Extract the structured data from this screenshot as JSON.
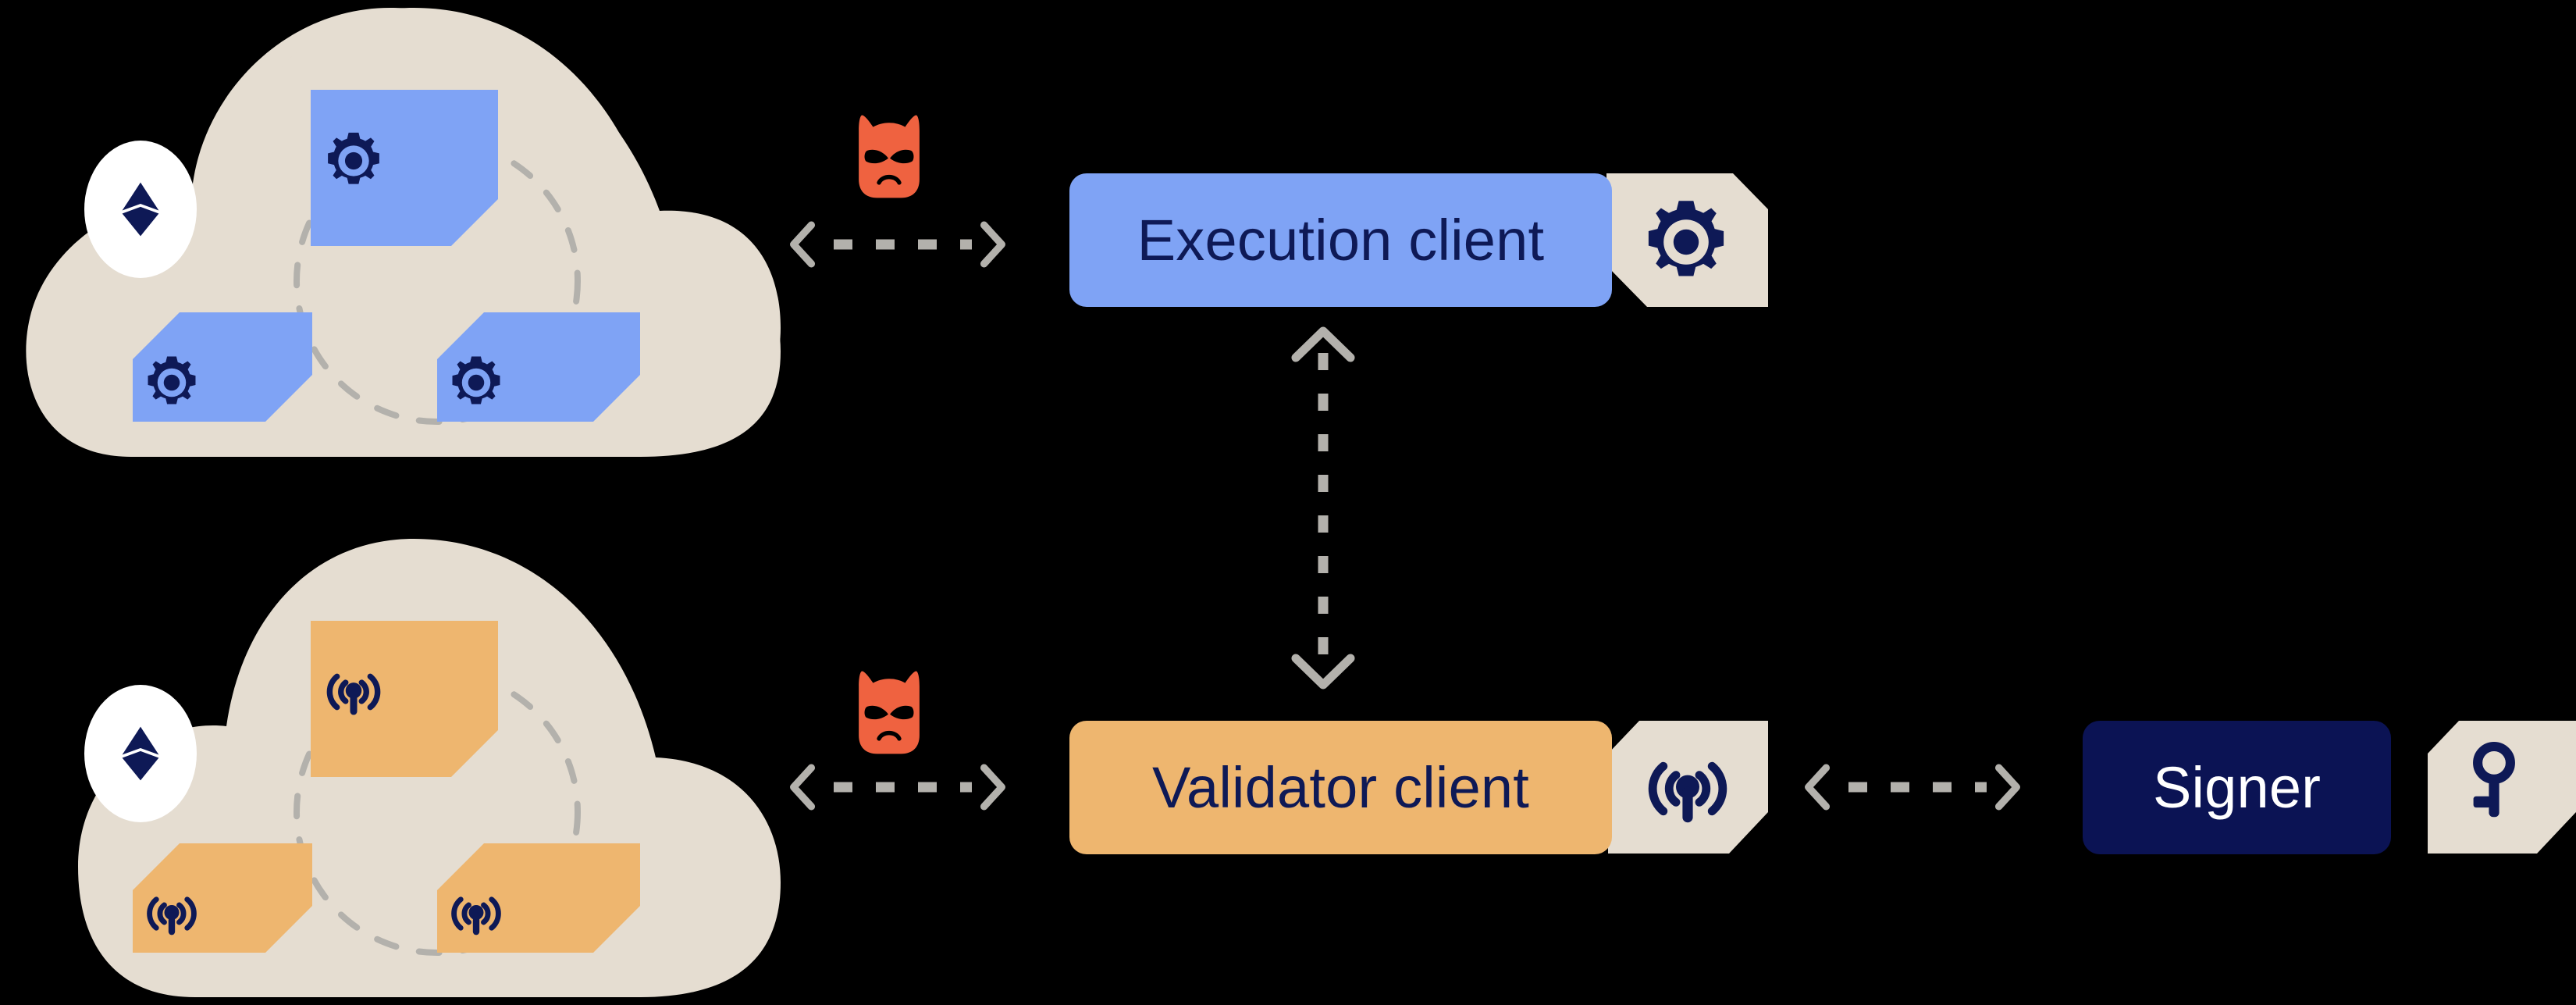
{
  "diagram": {
    "title": "Ethereum node attack-surface diagram",
    "background_color": "#000000",
    "palette": {
      "cloud": "#E5DDD1",
      "badge": "#E5DDD1",
      "execution_blue": "#7FA3F5",
      "validator_orange": "#EEB66F",
      "signer_navy": "#0B1354",
      "icon_navy": "#0E1956",
      "attacker_red": "#EF6240",
      "dashed_gray": "#B3B1AC",
      "logo_white": "#FFFFFF"
    }
  },
  "boxes": {
    "execution_client": {
      "label": "Execution client",
      "icon": "gear-icon",
      "color": "#7FA3F5"
    },
    "validator_client": {
      "label": "Validator client",
      "icon": "antenna-icon",
      "color": "#EEB66F"
    },
    "signer": {
      "label": "Signer",
      "icon": "key-icon",
      "color": "#0B1354"
    }
  },
  "clouds": [
    {
      "name": "execution-network-cloud",
      "logo": "ethereum-logo",
      "node_color": "#7FA3F5",
      "node_icon": "gear-icon",
      "node_count": 3,
      "link_style": "dashed-ring"
    },
    {
      "name": "consensus-network-cloud",
      "logo": "ethereum-logo",
      "node_color": "#EEB66F",
      "node_icon": "antenna-icon",
      "node_count": 3,
      "link_style": "dashed-ring"
    }
  ],
  "attackers": [
    {
      "name": "attacker-execution",
      "icon": "devil-face-icon",
      "color": "#EF6240"
    },
    {
      "name": "attacker-validator",
      "icon": "devil-face-icon",
      "color": "#EF6240"
    }
  ],
  "connections": [
    {
      "name": "cloud-to-execution-client",
      "style": "dashed",
      "arrowheads": "both",
      "orientation": "horizontal",
      "dashes": 5
    },
    {
      "name": "cloud-to-validator-client",
      "style": "dashed",
      "arrowheads": "both",
      "orientation": "horizontal",
      "dashes": 5
    },
    {
      "name": "execution-client-to-validator-client",
      "style": "dashed",
      "arrowheads": "both",
      "orientation": "vertical",
      "dashes": 9
    },
    {
      "name": "validator-client-to-signer",
      "style": "dashed",
      "arrowheads": "both",
      "orientation": "horizontal",
      "dashes": 5
    }
  ]
}
